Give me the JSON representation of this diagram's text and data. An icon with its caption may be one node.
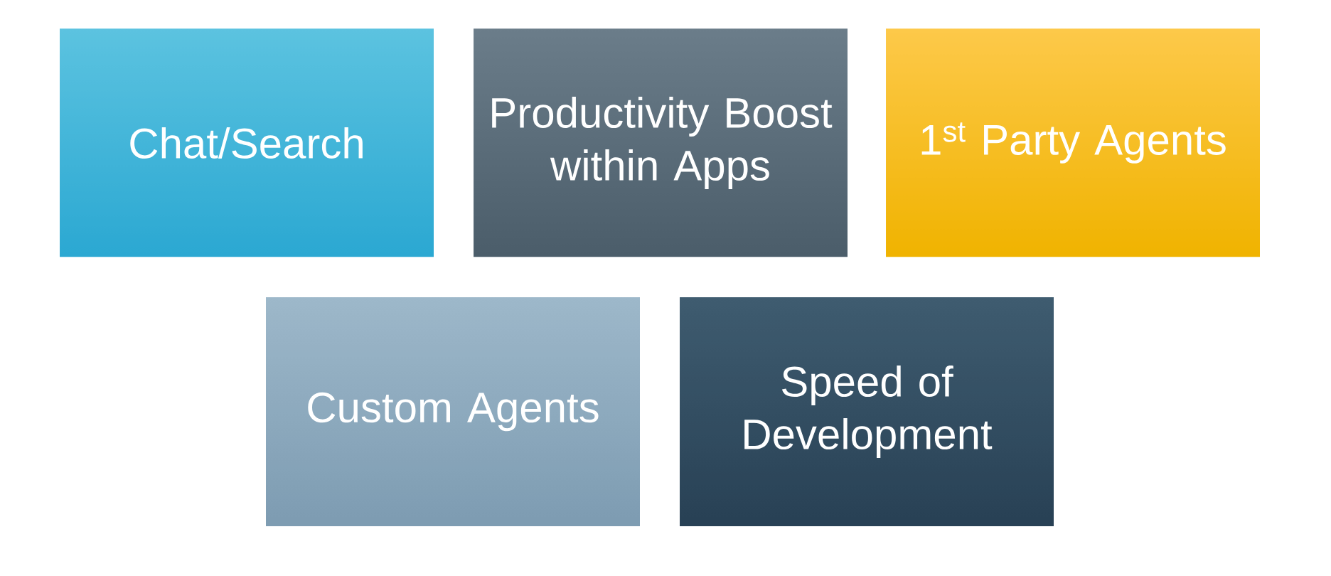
{
  "diagram": {
    "nodes": [
      {
        "text": [
          "Chat/Search"
        ]
      },
      {
        "text": [
          "Productivity Boost within Apps"
        ]
      },
      {
        "text": [
          "1$^{st}$ Party Agents"
        ]
      },
      {
        "text": [
          "Custom Agents"
        ]
      },
      {
        "text": [
          "Speed of Development"
        ]
      }
    ]
  }
}
